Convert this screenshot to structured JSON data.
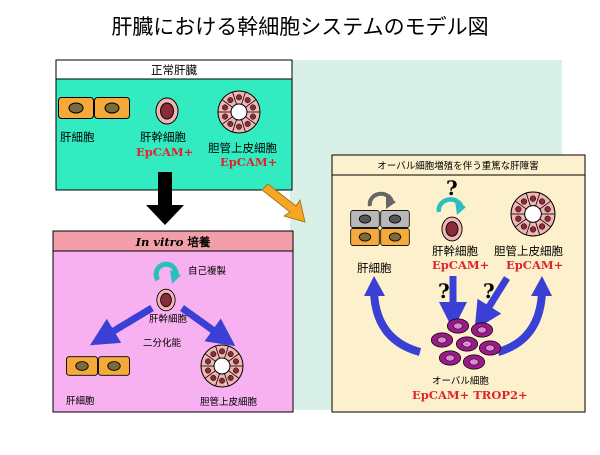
{
  "title": "肝臓における幹細胞システムのモデル図",
  "normal": {
    "header": "正常肝臓",
    "hepatocyte": "肝細胞",
    "stem_cell": "肝幹細胞",
    "stem_marker": "EpCAM+",
    "biliary": "胆管上皮細胞",
    "biliary_marker": "EpCAM+"
  },
  "invitro": {
    "header_italic": "In vitro",
    "header_rest": "培養",
    "self_renewal": "自己複製",
    "stem_cell": "肝幹細胞",
    "bipotent": "二分化能",
    "hepatocyte": "肝細胞",
    "biliary": "胆管上皮細胞"
  },
  "injury": {
    "header": "オーバル細胞増殖を伴う重篤な肝障害",
    "hepatocyte": "肝細胞",
    "stem_cell": "肝幹細胞",
    "stem_marker": "EpCAM+",
    "biliary": "胆管上皮細胞",
    "biliary_marker": "EpCAM+",
    "question": "?",
    "oval": "オーバル細胞",
    "oval_marker": "EpCAM+ TROP2+"
  },
  "colors": {
    "normal_bg": "#33ebc1",
    "invitro_bg": "#f7b0f0",
    "invitro_header": "#f29fa9",
    "injury_bg": "#fdf0cc",
    "backdrop": "#d9f0e8",
    "hepatocyte": "#f4a93a",
    "nucleus": "#7a6a3f",
    "stem": "#f0b7b2",
    "oval": "#9b1a8a",
    "blue_arrow": "#3a3fd6",
    "teal_arrow": "#2abfbf",
    "orange_arrow": "#f5a623",
    "marker_red": "#e0242c"
  }
}
